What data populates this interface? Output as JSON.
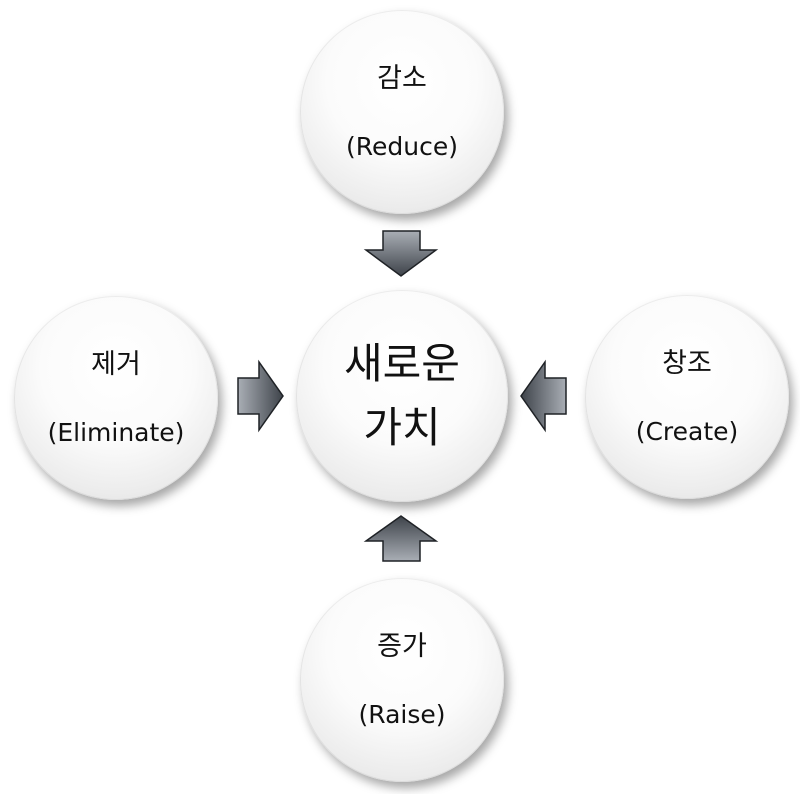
{
  "reduce": {
    "ko": "감소",
    "en": "(Reduce)"
  },
  "eliminate": {
    "ko": "제거",
    "en": "(Eliminate)"
  },
  "center": {
    "line1": "새로운",
    "line2": "가치"
  },
  "create": {
    "ko": "창조",
    "en": "(Create)"
  },
  "raise": {
    "ko": "증가",
    "en": "(Raise)"
  },
  "colors": {
    "arrow_dark": "#3f444c",
    "arrow_light": "#9aa0a8"
  }
}
